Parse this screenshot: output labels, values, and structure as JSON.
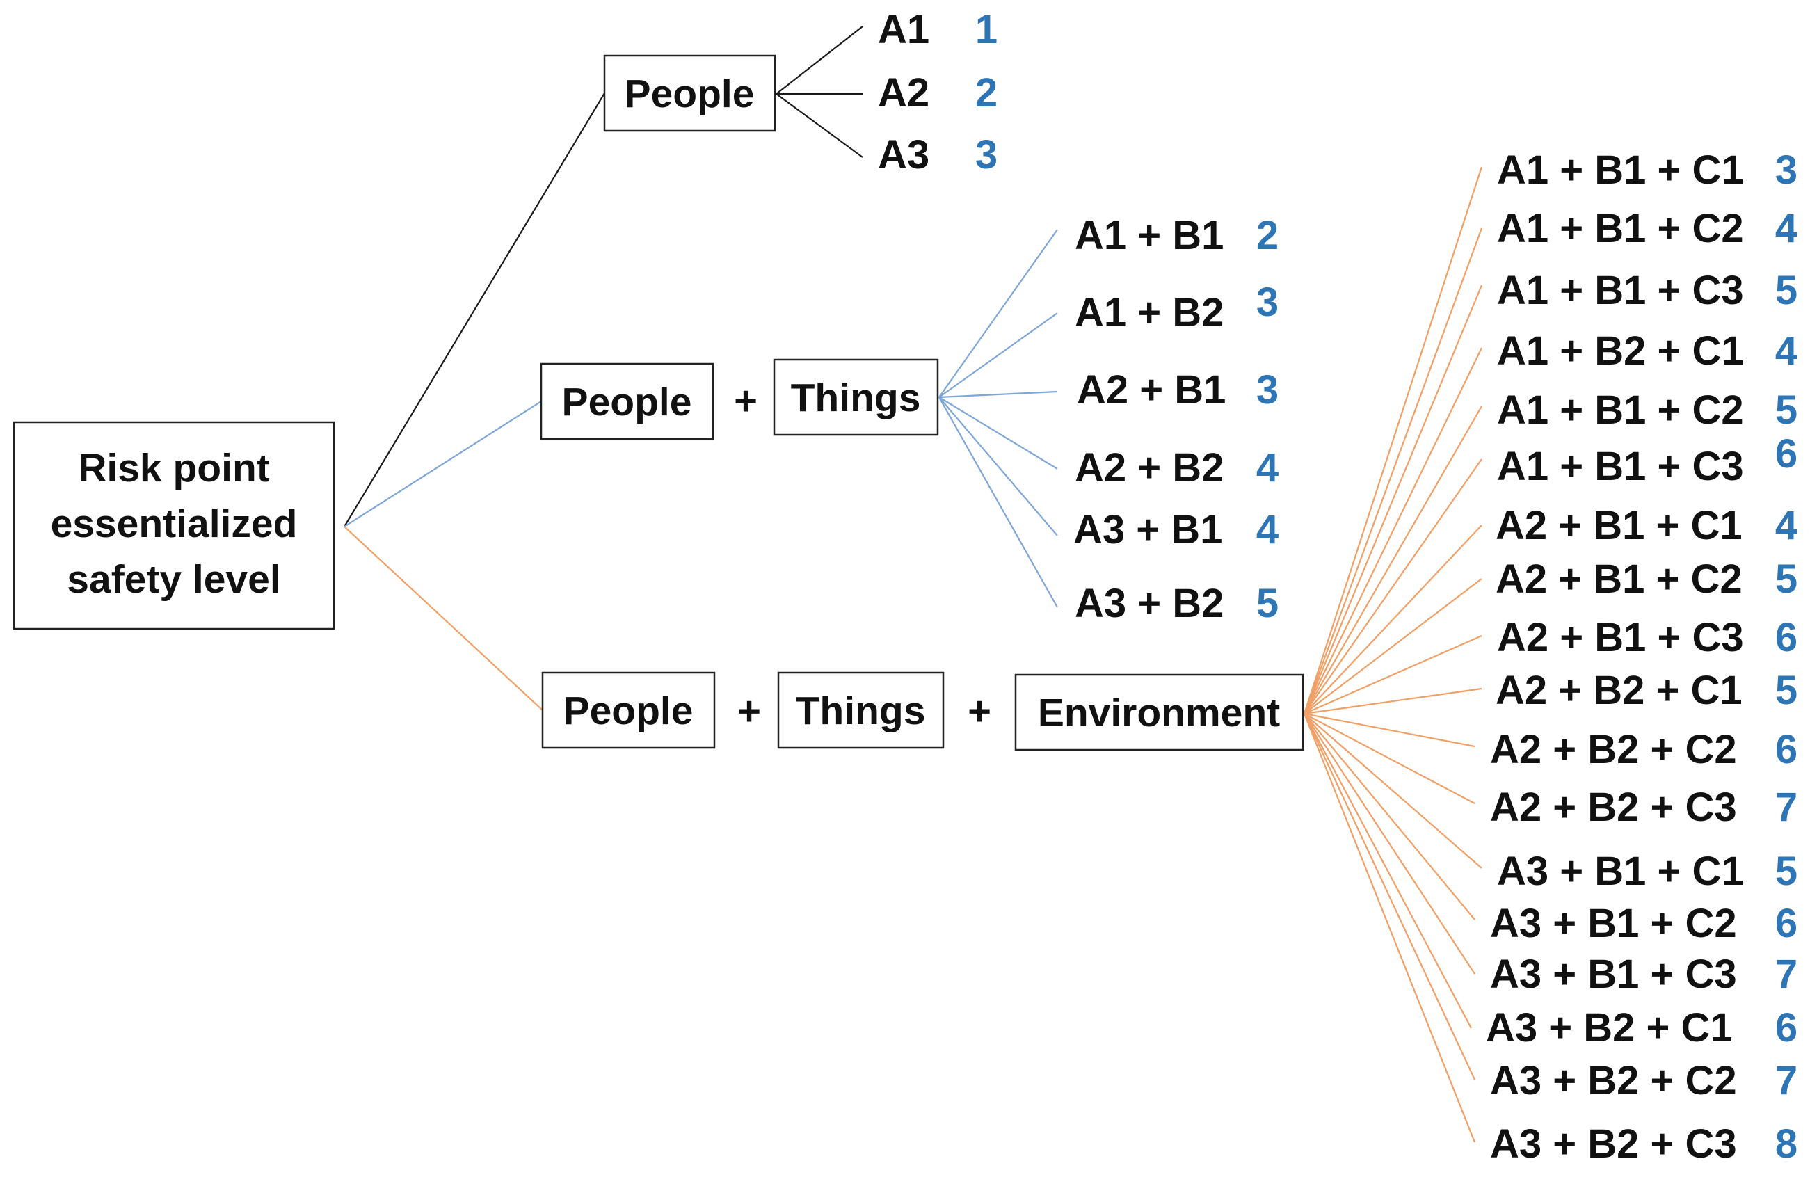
{
  "colors": {
    "black_line": "#1a1a1a",
    "blue_line": "#7ea6d8",
    "orange_line": "#f0a066",
    "score": "#2e75b6",
    "text": "#111111"
  },
  "root": {
    "lines": [
      "Risk point",
      "essentialized",
      "safety level"
    ]
  },
  "branch1": {
    "boxes": [
      "People"
    ],
    "leaves": [
      {
        "label": "A1",
        "score": "1"
      },
      {
        "label": "A2",
        "score": "2"
      },
      {
        "label": "A3",
        "score": "3"
      }
    ]
  },
  "branch2": {
    "boxes": [
      "People",
      "Things"
    ],
    "operator": "+",
    "leaves": [
      {
        "label": "A1 + B1",
        "score": "2"
      },
      {
        "label": "A1 + B2",
        "score": "3"
      },
      {
        "label": "A2 + B1",
        "score": "3"
      },
      {
        "label": "A2 + B2",
        "score": "4"
      },
      {
        "label": "A3 + B1",
        "score": "4"
      },
      {
        "label": "A3 + B2",
        "score": "5"
      }
    ]
  },
  "branch3": {
    "boxes": [
      "People",
      "Things",
      "Environment"
    ],
    "operator": "+",
    "leaves": [
      {
        "label": "A1 + B1 + C1",
        "score": "3"
      },
      {
        "label": "A1 + B1 + C2",
        "score": "4"
      },
      {
        "label": "A1 + B1 + C3",
        "score": "5"
      },
      {
        "label": "A1 + B2 + C1",
        "score": "4"
      },
      {
        "label": "A1 + B1 + C2",
        "score": "5"
      },
      {
        "label": "A1 + B1 + C3",
        "score": "6"
      },
      {
        "label": "A2 + B1 + C1",
        "score": "4"
      },
      {
        "label": "A2 + B1 + C2",
        "score": "5"
      },
      {
        "label": "A2 + B1 + C3",
        "score": "6"
      },
      {
        "label": "A2 + B2 + C1",
        "score": "5"
      },
      {
        "label": "A2 + B2 + C2",
        "score": "6"
      },
      {
        "label": "A2 + B2 + C3",
        "score": "7"
      },
      {
        "label": "A3 + B1 + C1",
        "score": "5"
      },
      {
        "label": "A3 + B1 + C2",
        "score": "6"
      },
      {
        "label": "A3 + B1 + C3",
        "score": "7"
      },
      {
        "label": "A3 + B2 + C1",
        "score": "6"
      },
      {
        "label": "A3 + B2 + C2",
        "score": "7"
      },
      {
        "label": "A3 + B2 + C3",
        "score": "8"
      }
    ]
  }
}
